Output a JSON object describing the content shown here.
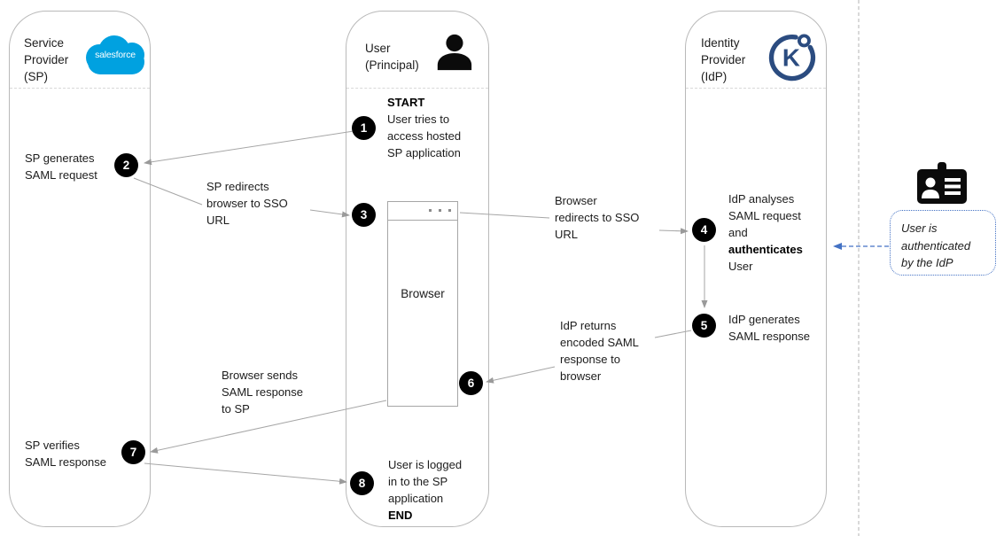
{
  "lanes": {
    "sp": {
      "title": "Service\nProvider\n(SP)",
      "logo_text": "salesforce"
    },
    "user": {
      "title": "User\n(Principal)"
    },
    "idp": {
      "title": "Identity\nProvider\n(IdP)",
      "logo_letter": "K"
    }
  },
  "browser": {
    "label": "Browser"
  },
  "steps": [
    {
      "num": "1",
      "bold_prefix": "START",
      "text": "\nUser tries to\naccess hosted\nSP application"
    },
    {
      "num": "2",
      "text": "SP generates\nSAML request"
    },
    {
      "num": "3"
    },
    {
      "num": "4",
      "text_before": "IdP analyses\nSAML request\nand\n",
      "bold": "authenticates",
      "text_after": "\nUser"
    },
    {
      "num": "5",
      "text": "IdP generates\nSAML response"
    },
    {
      "num": "6"
    },
    {
      "num": "7",
      "text": "SP verifies\nSAML response"
    },
    {
      "num": "8",
      "text": "User is logged\nin to the SP\napplication\n",
      "bold_suffix": "END"
    }
  ],
  "edge_labels": {
    "sp_redirects": "SP redirects\nbrowser to SSO\nURL",
    "browser_redirects": "Browser\nredirects to SSO\nURL",
    "idp_returns": "IdP returns\nencoded SAML\nresponse to\nbrowser",
    "browser_sends": "Browser sends\nSAML response\nto SP"
  },
  "note": {
    "text": "User is\nauthenticated\nby the IdP"
  },
  "icons": {
    "sp_logo": "salesforce-cloud",
    "user": "person-silhouette",
    "idp": "keycloak-ring",
    "note": "id-badge",
    "browser_menu": "ellipsis-dots"
  },
  "colors": {
    "salesforce_blue": "#00a1e0",
    "keycloak_blue": "#2b4c80",
    "note_blue": "#4472c4",
    "arrow_gray": "#a6a6a6",
    "step_circle": "#000000"
  }
}
